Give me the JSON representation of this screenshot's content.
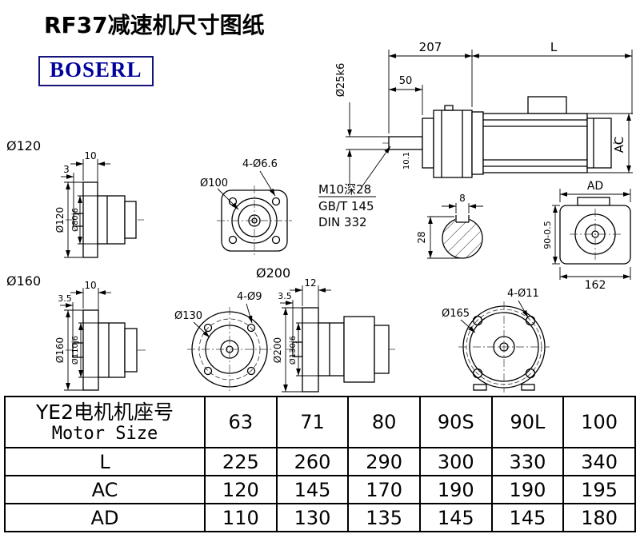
{
  "page": {
    "title": "RF37减速机尺寸图纸",
    "logo": "BOSERL"
  },
  "main_view": {
    "dim_207": "207",
    "dim_l": "L",
    "dim_50": "50",
    "dim_shaft": "Ø25k6",
    "dim_101": "10.1",
    "dim_ac": "AC",
    "thread_note": "M10深28",
    "std_note1": "GB/T 145",
    "std_note2": "DIN 332",
    "key_width": "8",
    "key_depth": "28",
    "dim_ad": "AD",
    "dim_90": "90-0.5",
    "dim_162": "162"
  },
  "flange_120": {
    "label": "Ø120",
    "dim_10": "10",
    "dim_3": "3",
    "dim_outer": "Ø120",
    "dim_pilot": "Ø80j6"
  },
  "flange_100": {
    "label": "Ø100",
    "holes": "4-Ø6.6"
  },
  "flange_160": {
    "label": "Ø160",
    "dim_10": "10",
    "dim_35": "3.5",
    "dim_outer": "Ø160",
    "dim_pilot": "Ø110j6"
  },
  "flange_130": {
    "label": "Ø130",
    "holes": "4-Ø9"
  },
  "flange_200": {
    "label": "Ø200",
    "dim_12": "12",
    "dim_35": "3.5",
    "dim_outer": "Ø200",
    "dim_pilot": "Ø130j6"
  },
  "flange_165": {
    "label": "Ø165",
    "holes": "4-Ø11"
  },
  "table": {
    "header_cn": "YE2电机机座号",
    "header_en": "Motor Size",
    "sizes": [
      "63",
      "71",
      "80",
      "90S",
      "90L",
      "100"
    ],
    "rows": [
      {
        "label": "L",
        "values": [
          "225",
          "260",
          "290",
          "300",
          "330",
          "340"
        ]
      },
      {
        "label": "AC",
        "values": [
          "120",
          "145",
          "170",
          "190",
          "190",
          "195"
        ]
      },
      {
        "label": "AD",
        "values": [
          "110",
          "130",
          "135",
          "145",
          "145",
          "180"
        ]
      }
    ]
  }
}
